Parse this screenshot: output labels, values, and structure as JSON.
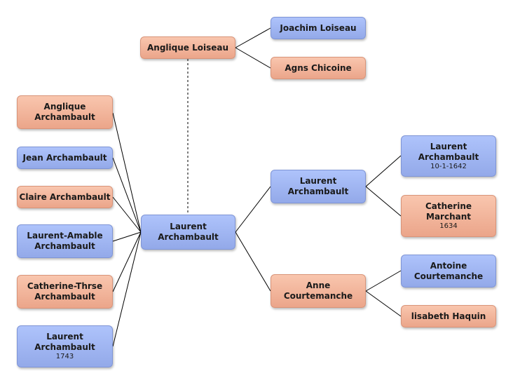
{
  "colors": {
    "male": "#a3b8f5",
    "female": "#f3b59b",
    "line": "#000000"
  },
  "nodes": {
    "angelique_loiseau": {
      "name": "Anglique Loiseau",
      "date": ""
    },
    "joachim_loiseau": {
      "name": "Joachim Loiseau",
      "date": ""
    },
    "agnes_chicoine": {
      "name": "Agns Chicoine",
      "date": ""
    },
    "angelique_archambault": {
      "name": "Anglique Archambault",
      "date": ""
    },
    "jean_archambault": {
      "name": "Jean Archambault",
      "date": ""
    },
    "claire_archambault": {
      "name": "Claire Archambault",
      "date": ""
    },
    "laurent_amable": {
      "name": "Laurent-Amable Archambault",
      "date": ""
    },
    "catherine_therese": {
      "name": "Catherine-Thrse Archambault",
      "date": ""
    },
    "laurent_1743": {
      "name": "Laurent Archambault",
      "date": "1743"
    },
    "laurent_center": {
      "name": "Laurent Archambault",
      "date": ""
    },
    "laurent_father": {
      "name": "Laurent Archambault",
      "date": ""
    },
    "anne_courtemanche": {
      "name": "Anne Courtemanche",
      "date": ""
    },
    "laurent_gf": {
      "name": "Laurent Archambault",
      "date": "10-1-1642"
    },
    "catherine_marchant": {
      "name": "Catherine Marchant",
      "date": "1634"
    },
    "antoine_courtemanche": {
      "name": "Antoine Courtemanche",
      "date": ""
    },
    "elisabeth_haquin": {
      "name": "lisabeth Haquin",
      "date": ""
    }
  }
}
